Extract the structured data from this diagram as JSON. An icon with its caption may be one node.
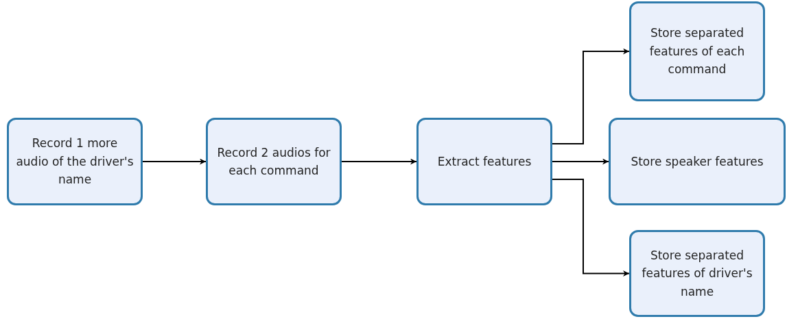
{
  "diagram": {
    "nodes": [
      {
        "text": [
          "Record 1 more audio of the driver's name"
        ]
      },
      {
        "text": [
          "Record 2 audios for each command"
        ]
      },
      {
        "text": [
          "Extract features"
        ]
      },
      {
        "text": [
          "Store separated features of each command"
        ]
      },
      {
        "text": [
          "Store speaker features"
        ]
      },
      {
        "text": [
          "Store separated features of driver's name"
        ]
      }
    ],
    "edges": [
      {
        "from": 0,
        "to": 1,
        "arrow": "to"
      },
      {
        "from": 1,
        "to": 2,
        "arrow": "to"
      },
      {
        "from": 2,
        "to": 3,
        "arrow": "to"
      },
      {
        "from": 2,
        "to": 4,
        "arrow": "to"
      },
      {
        "from": 2,
        "to": 5,
        "arrow": "to"
      }
    ]
  }
}
